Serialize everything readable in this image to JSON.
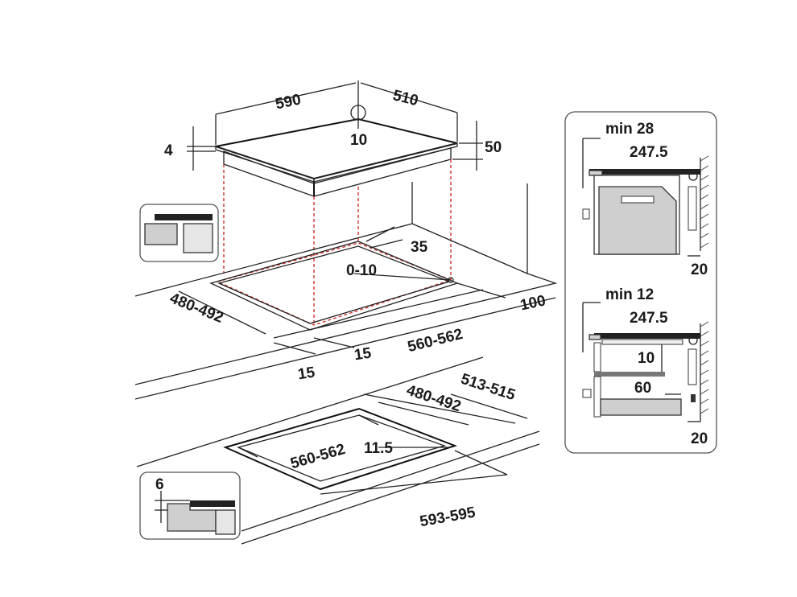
{
  "labels": {
    "top_width": "590",
    "top_depth": "510",
    "glass_thickness": "4",
    "hob_height": "50",
    "cable_clearance": "10",
    "rear_gap": "35",
    "offset": "0-10",
    "front_margin": "100",
    "cutout_depth": "480-492",
    "cutout_width": "560-562",
    "side_margin_left": "15",
    "side_margin_right": "15",
    "flush_outer_depth": "513-515",
    "flush_inner_depth": "480-492",
    "flush_inner_width": "560-562",
    "flush_step": "11.5",
    "flush_outer_width": "593-595",
    "rebate_depth": "6",
    "oven_min_gap": "min 28",
    "oven_panel_depth": "247.5",
    "oven_wall_gap": "20",
    "drawer_min_gap": "min 12",
    "drawer_panel_depth": "247.5",
    "drawer_gap_10": "10",
    "drawer_gap_60": "60",
    "drawer_wall_gap": "20"
  },
  "colors": {
    "line": "#222222",
    "dashed": "#d0342c",
    "fill": "#cfcfcf"
  }
}
